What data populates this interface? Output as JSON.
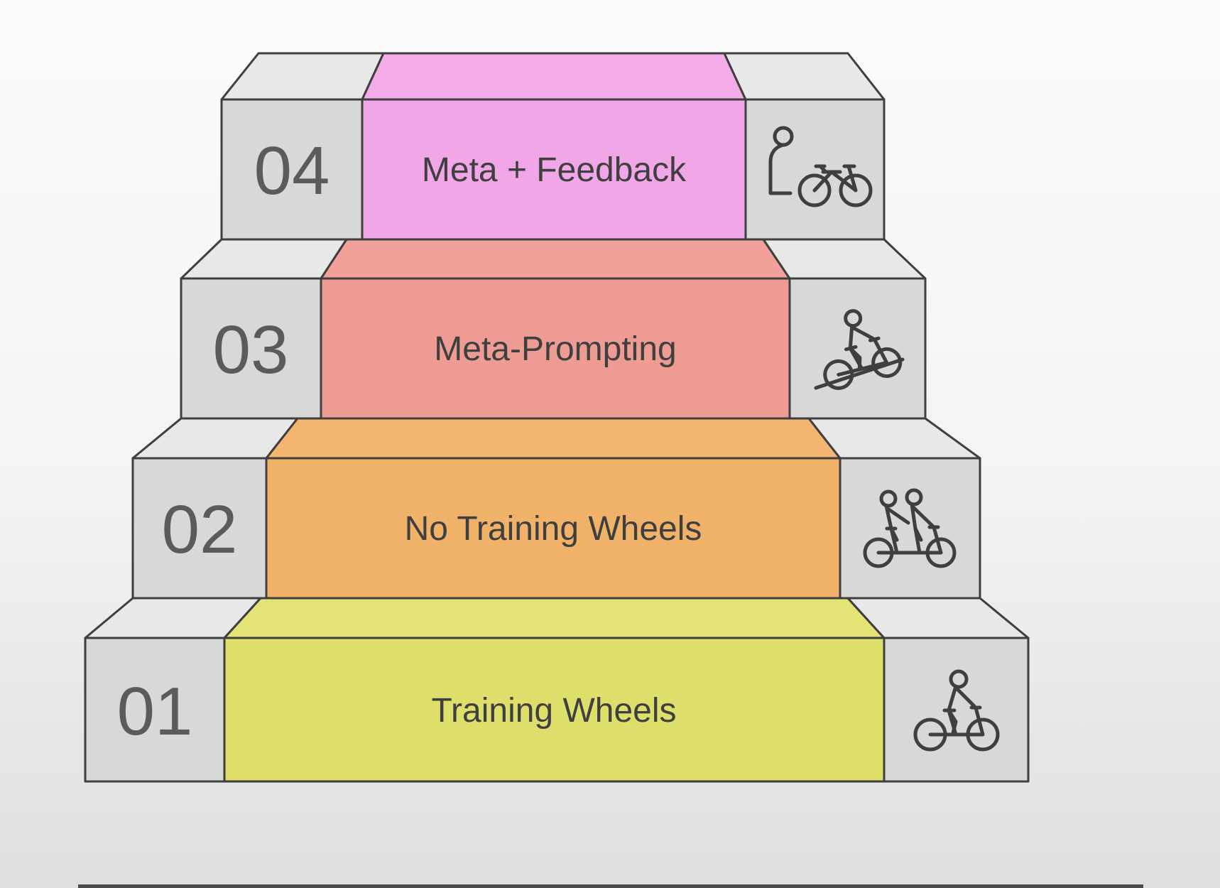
{
  "colors": {
    "bg-top": "#fcfcfc",
    "bg-mid": "#f3f3f3",
    "bg-bottom": "#dfdfdf",
    "stroke": "#3f3f3f",
    "gray-front": "#d8d8d8",
    "gray-top": "#e8e8e8",
    "text": "#3f3f3f",
    "num-text": "#5b5b5b",
    "bottom-line": "#4a4a4a"
  },
  "levels": [
    {
      "number": "01",
      "label": "Training Wheels",
      "color_front": "#dedf6b",
      "color_top": "#e3e475",
      "icon": "cyclist-riding-icon"
    },
    {
      "number": "02",
      "label": "No Training Wheels",
      "color_front": "#f0b269",
      "color_top": "#f3b670",
      "icon": "tandem-cyclists-icon"
    },
    {
      "number": "03",
      "label": "Meta-Prompting",
      "color_front": "#ee9c93",
      "color_top": "#f1a19a",
      "icon": "cyclist-uphill-icon"
    },
    {
      "number": "04",
      "label": "Meta + Feedback",
      "color_front": "#f1a6e8",
      "color_top": "#f4ace9",
      "icon": "person-with-bike-icon"
    }
  ]
}
